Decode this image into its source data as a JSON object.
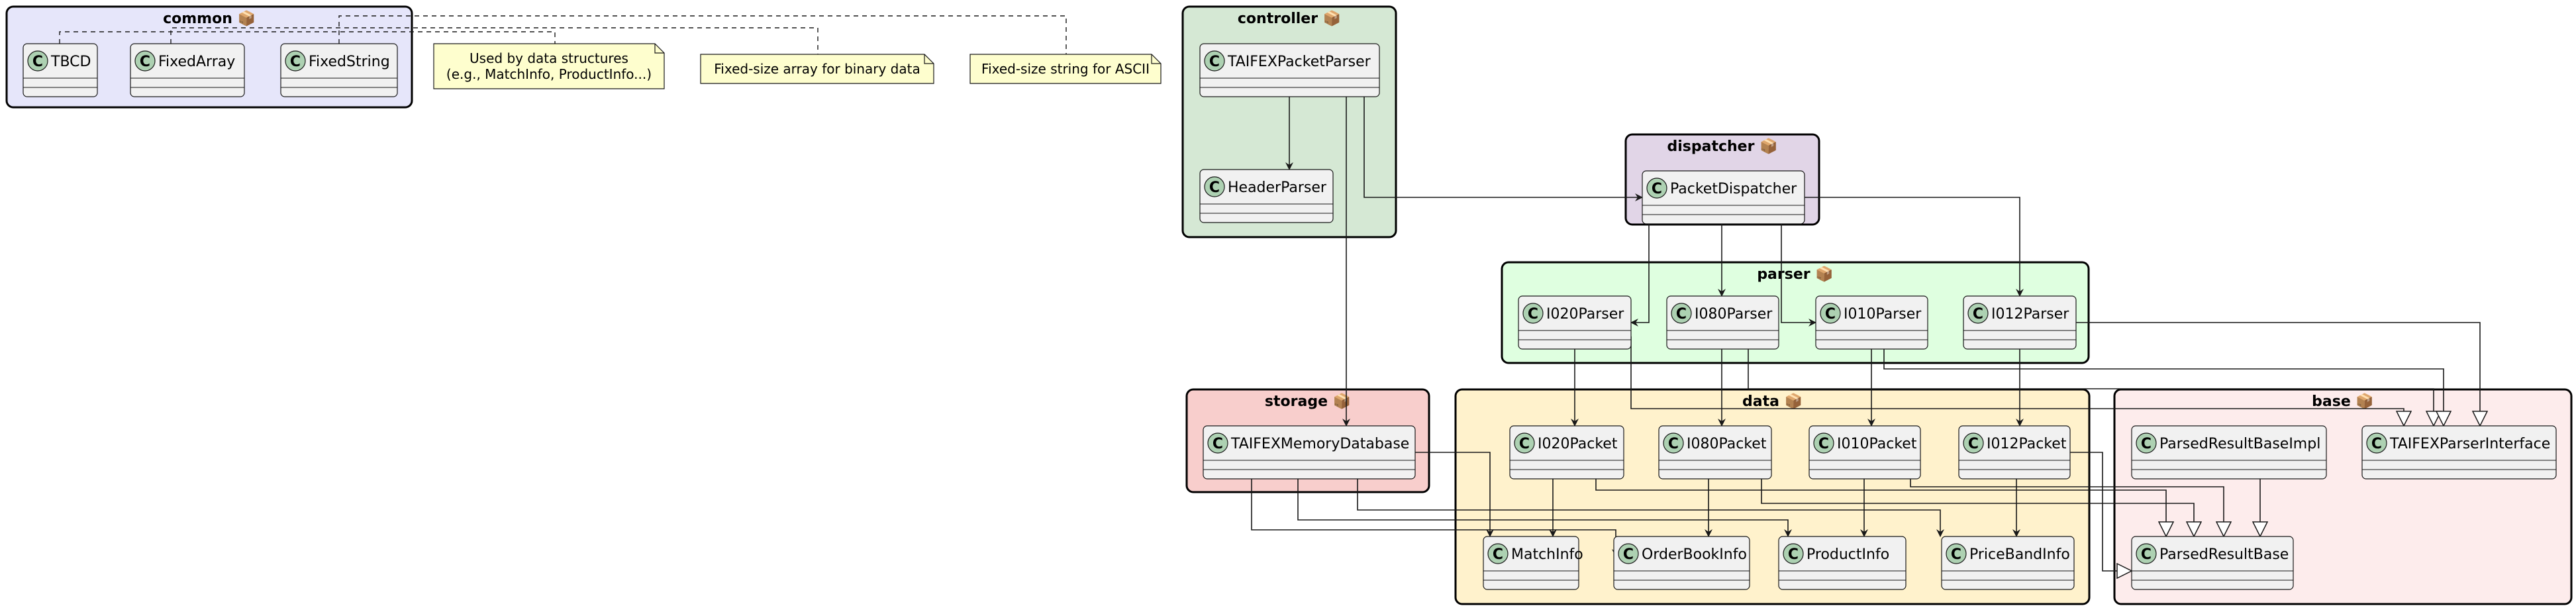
{
  "packages": [
    {
      "id": "common",
      "title": "common 📦",
      "fill": "#E6E6FA"
    },
    {
      "id": "controller",
      "title": "controller 📦",
      "fill": "#D5E8D4"
    },
    {
      "id": "dispatcher",
      "title": "dispatcher 📦",
      "fill": "#E1D5E7"
    },
    {
      "id": "parser",
      "title": "parser 📦",
      "fill": "#DFFFE0"
    },
    {
      "id": "storage",
      "title": "storage 📦",
      "fill": "#F8CECC"
    },
    {
      "id": "data",
      "title": "data 📦",
      "fill": "#FFF2CC"
    },
    {
      "id": "base",
      "title": "base 📦",
      "fill": "#FDECEC"
    }
  ],
  "classes": [
    {
      "id": "TBCD",
      "label": "TBCD",
      "package": "common"
    },
    {
      "id": "FixedArray",
      "label": "FixedArray",
      "package": "common"
    },
    {
      "id": "FixedString",
      "label": "FixedString",
      "package": "common"
    },
    {
      "id": "TAIFEXPacketParser",
      "label": "TAIFEXPacketParser",
      "package": "controller"
    },
    {
      "id": "HeaderParser",
      "label": "HeaderParser",
      "package": "controller"
    },
    {
      "id": "PacketDispatcher",
      "label": "PacketDispatcher",
      "package": "dispatcher"
    },
    {
      "id": "I020Parser",
      "label": "I020Parser",
      "package": "parser"
    },
    {
      "id": "I080Parser",
      "label": "I080Parser",
      "package": "parser"
    },
    {
      "id": "I010Parser",
      "label": "I010Parser",
      "package": "parser"
    },
    {
      "id": "I012Parser",
      "label": "I012Parser",
      "package": "parser"
    },
    {
      "id": "TAIFEXMemoryDatabase",
      "label": "TAIFEXMemoryDatabase",
      "package": "storage"
    },
    {
      "id": "I020Packet",
      "label": "I020Packet",
      "package": "data"
    },
    {
      "id": "I080Packet",
      "label": "I080Packet",
      "package": "data"
    },
    {
      "id": "I010Packet",
      "label": "I010Packet",
      "package": "data"
    },
    {
      "id": "I012Packet",
      "label": "I012Packet",
      "package": "data"
    },
    {
      "id": "MatchInfo",
      "label": "MatchInfo",
      "package": "data"
    },
    {
      "id": "OrderBookInfo",
      "label": "OrderBookInfo",
      "package": "data"
    },
    {
      "id": "ProductInfo",
      "label": "ProductInfo",
      "package": "data"
    },
    {
      "id": "PriceBandInfo",
      "label": "PriceBandInfo",
      "package": "data"
    },
    {
      "id": "ParsedResultBaseImpl",
      "label": "ParsedResultBaseImpl",
      "package": "base"
    },
    {
      "id": "TAIFEXParserInterface",
      "label": "TAIFEXParserInterface",
      "package": "base"
    },
    {
      "id": "ParsedResultBase",
      "label": "ParsedResultBase",
      "package": "base"
    }
  ],
  "notes": [
    {
      "id": "note1",
      "lines": [
        "Used by data structures",
        "(e.g., MatchInfo, ProductInfo...)"
      ],
      "target": "TBCD"
    },
    {
      "id": "note2",
      "lines": [
        "Fixed-size array for binary data"
      ],
      "target": "FixedArray"
    },
    {
      "id": "note3",
      "lines": [
        "Fixed-size string for ASCII"
      ],
      "target": "FixedString"
    }
  ],
  "relations": [
    {
      "from": "TAIFEXPacketParser",
      "to": "HeaderParser",
      "kind": "dependency"
    },
    {
      "from": "TAIFEXPacketParser",
      "to": "PacketDispatcher",
      "kind": "dependency"
    },
    {
      "from": "TAIFEXPacketParser",
      "to": "TAIFEXMemoryDatabase",
      "kind": "dependency"
    },
    {
      "from": "PacketDispatcher",
      "to": "I020Parser",
      "kind": "dependency"
    },
    {
      "from": "PacketDispatcher",
      "to": "I080Parser",
      "kind": "dependency"
    },
    {
      "from": "PacketDispatcher",
      "to": "I010Parser",
      "kind": "dependency"
    },
    {
      "from": "PacketDispatcher",
      "to": "I012Parser",
      "kind": "dependency"
    },
    {
      "from": "I020Parser",
      "to": "I020Packet",
      "kind": "dependency"
    },
    {
      "from": "I080Parser",
      "to": "I080Packet",
      "kind": "dependency"
    },
    {
      "from": "I010Parser",
      "to": "I010Packet",
      "kind": "dependency"
    },
    {
      "from": "I012Parser",
      "to": "I012Packet",
      "kind": "dependency"
    },
    {
      "from": "I020Parser",
      "to": "TAIFEXParserInterface",
      "kind": "inheritance"
    },
    {
      "from": "I080Parser",
      "to": "TAIFEXParserInterface",
      "kind": "inheritance"
    },
    {
      "from": "I010Parser",
      "to": "TAIFEXParserInterface",
      "kind": "inheritance"
    },
    {
      "from": "I012Parser",
      "to": "TAIFEXParserInterface",
      "kind": "inheritance"
    },
    {
      "from": "I020Packet",
      "to": "MatchInfo",
      "kind": "dependency"
    },
    {
      "from": "I080Packet",
      "to": "OrderBookInfo",
      "kind": "dependency"
    },
    {
      "from": "I010Packet",
      "to": "ProductInfo",
      "kind": "dependency"
    },
    {
      "from": "I012Packet",
      "to": "PriceBandInfo",
      "kind": "dependency"
    },
    {
      "from": "I020Packet",
      "to": "ParsedResultBase",
      "kind": "inheritance"
    },
    {
      "from": "I080Packet",
      "to": "ParsedResultBase",
      "kind": "inheritance"
    },
    {
      "from": "I010Packet",
      "to": "ParsedResultBase",
      "kind": "inheritance"
    },
    {
      "from": "I012Packet",
      "to": "ParsedResultBase",
      "kind": "inheritance"
    },
    {
      "from": "ParsedResultBaseImpl",
      "to": "ParsedResultBase",
      "kind": "inheritance"
    },
    {
      "from": "TAIFEXMemoryDatabase",
      "to": "MatchInfo",
      "kind": "dependency"
    },
    {
      "from": "TAIFEXMemoryDatabase",
      "to": "OrderBookInfo",
      "kind": "dependency"
    },
    {
      "from": "TAIFEXMemoryDatabase",
      "to": "ProductInfo",
      "kind": "dependency"
    },
    {
      "from": "TAIFEXMemoryDatabase",
      "to": "PriceBandInfo",
      "kind": "dependency"
    }
  ],
  "colors": {
    "class_fill": "#F1F1F1",
    "class_border": "#181818",
    "class_icon": "#ADD1B2",
    "note_fill": "#FEFECE",
    "line": "#181818"
  }
}
